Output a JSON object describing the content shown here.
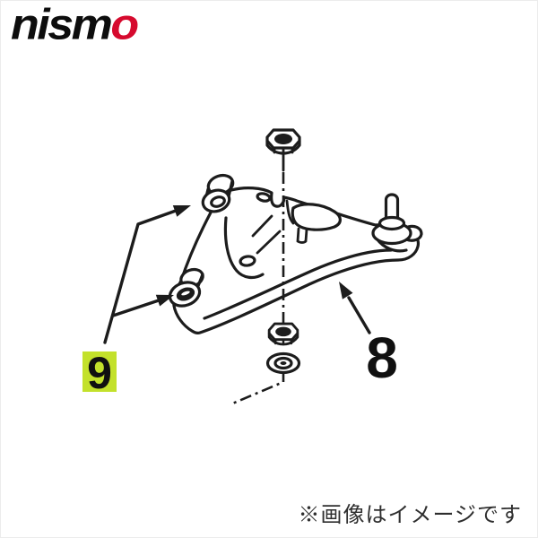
{
  "logo": {
    "black_part": "nism",
    "red_part": "o",
    "red_color": "#d60a2e",
    "black_color": "#0d0d0d"
  },
  "diagram": {
    "ink_color": "#1c1c1c",
    "labels": {
      "upper": {
        "text": "9",
        "highlight_color": "#c3e12b"
      },
      "lower": {
        "text": "8"
      }
    }
  },
  "footnote": {
    "text": "※画像はイメージです"
  }
}
